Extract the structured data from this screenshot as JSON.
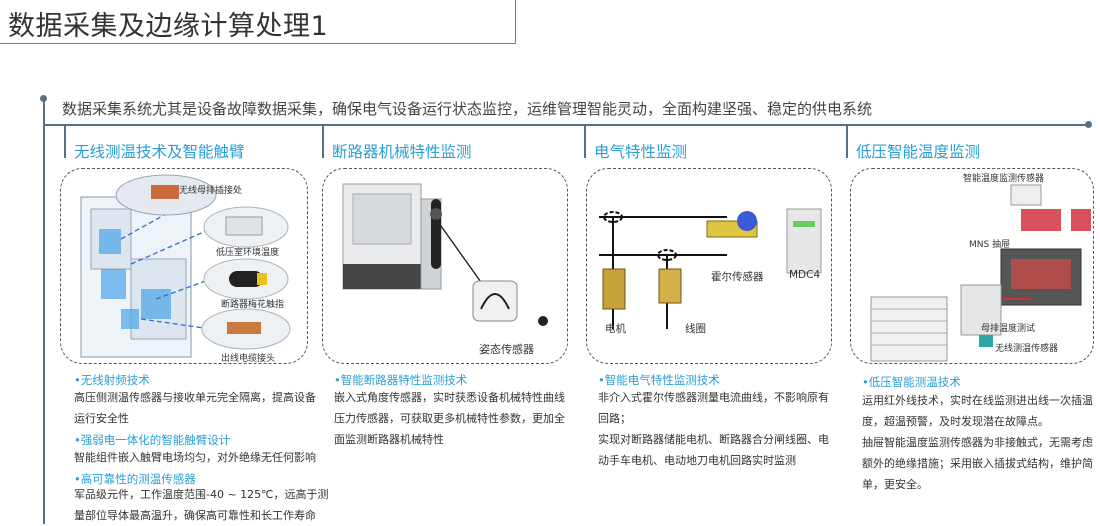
{
  "page": {
    "title": "数据采集及边缘计算处理1",
    "subtitle": "数据采集系统尤其是设备故障数据采集，确保电气设备运行状态监控，运维管理智能灵动，全面构建坚强、稳定的供电系统"
  },
  "sections": [
    {
      "title": "无线测温技术及智能触臂",
      "image_labels": [
        "无线母排插接处",
        "低压室环境温度",
        "断路器梅花触指",
        "出线电缆接头"
      ],
      "bullets": [
        {
          "heading": "•无线射频技术",
          "lines": [
            "高压侧测温传感器与接收单元完全隔离，提高设备",
            "运行安全性"
          ]
        },
        {
          "heading": "•强弱电一体化的智能触臂设计",
          "lines": [
            "智能组件嵌入触臂电场均匀，对外绝缘无任何影响"
          ]
        },
        {
          "heading": "•高可靠性的测温传感器",
          "lines": [
            "军品级元件，工作温度范围-40 ~ 125℃，远高于测",
            "量部位导体最高温升，确保高可靠性和长工作寿命"
          ]
        }
      ]
    },
    {
      "title": "断路器机械特性监测",
      "image_labels": [
        "姿态传感器"
      ],
      "bullets": [
        {
          "heading": "•智能断路器特性监测技术",
          "lines": [
            "嵌入式角度传感器，实时获悉设备机械特性曲线",
            "压力传感器，可获取更多机械特性参数，更加全",
            "面监测断路器机械特性"
          ]
        }
      ]
    },
    {
      "title": "电气特性监测",
      "image_labels": [
        "霍尔传感器",
        "MDC4",
        "电机",
        "线圈"
      ],
      "bullets": [
        {
          "heading": "•智能电气特性监测技术",
          "lines": [
            "非介入式霍尔传感器测量电流曲线，不影响原有",
            "回路；",
            "实现对断路器储能电机、断路器合分闸线圈、电",
            "动手车电机、电动地刀电机回路实时监测"
          ]
        }
      ]
    },
    {
      "title": "低压智能温度监测",
      "image_labels": [
        "智能温度监测传感器",
        "MNS 抽屉",
        "母排温度测试",
        "无线测温传感器"
      ],
      "bullets": [
        {
          "heading": "•低压智能测温技术",
          "lines": [
            "运用红外线技术，实时在线监测进出线一次插温",
            "度，超温预警，及时发现潜在故障点。",
            "抽屉智能温度监测传感器为非接触式，无需考虑",
            "额外的绝缘措施；采用嵌入插拔式结构，维护简",
            "单，更安全。"
          ]
        }
      ]
    }
  ],
  "colors": {
    "accent": "#2a9fd6",
    "line": "#5a6f82",
    "title_border": "#4a9a7e"
  }
}
